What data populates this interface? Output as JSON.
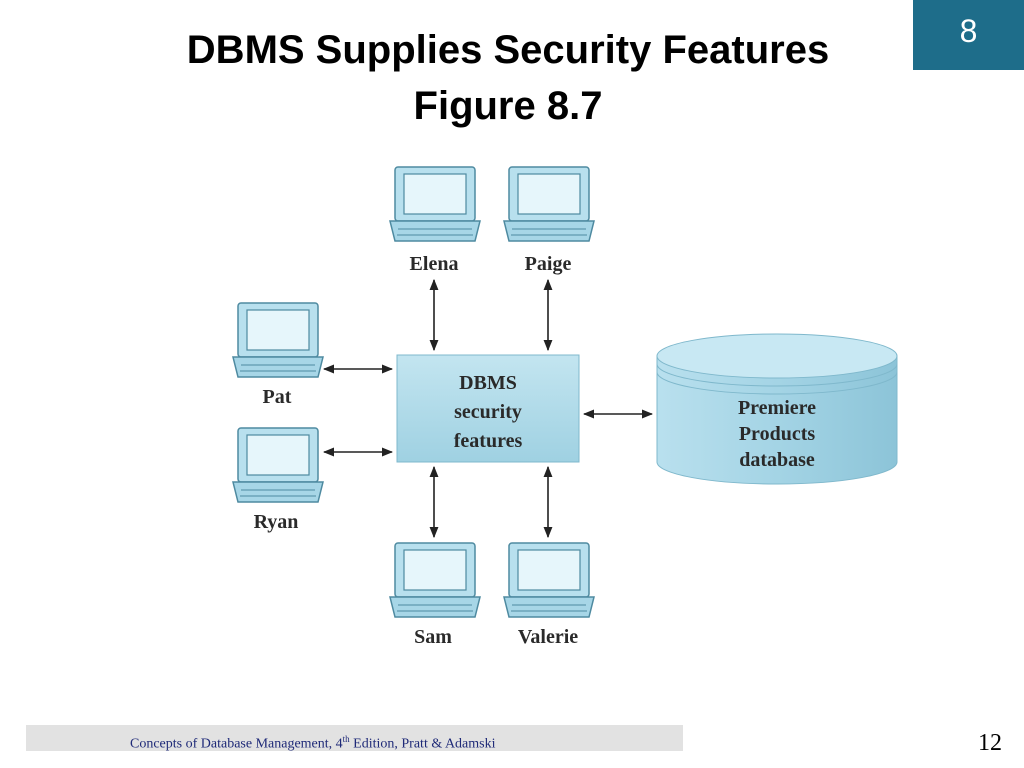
{
  "slide": {
    "title_line1": "DBMS Supplies Security Features",
    "title_line2": "Figure 8.7",
    "chapter_number": "8",
    "page_number": "12",
    "footer": {
      "prefix": "Concepts of Database Management, 4",
      "superscript": "th",
      "suffix": " Edition, Pratt & Adamski"
    }
  },
  "diagram": {
    "users": {
      "top_left": "Elena",
      "top_right": "Paige",
      "left_upper": "Pat",
      "left_lower": "Ryan",
      "bottom_left": "Sam",
      "bottom_right": "Valerie"
    },
    "core": {
      "line1": "DBMS",
      "line2": "security",
      "line3": "features"
    },
    "database": {
      "line1": "Premiere",
      "line2": "Products",
      "line3": "database"
    },
    "colors": {
      "accent": "#1e6d8a",
      "box_fill": "#a9d7e6",
      "computer_fill": "#b8e0ee",
      "computer_outline": "#4e8aa0"
    }
  }
}
